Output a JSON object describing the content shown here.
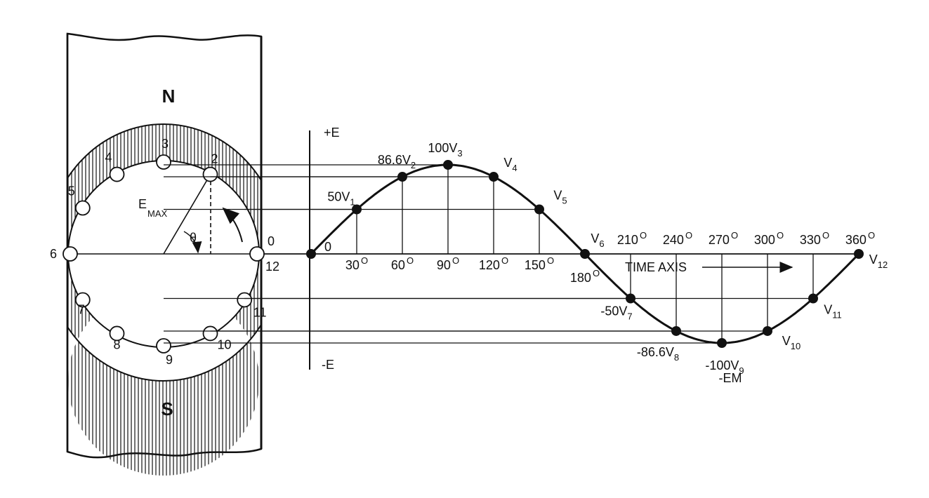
{
  "poles": {
    "north": "N",
    "south": "S"
  },
  "generator": {
    "emax_main": "E",
    "emax_sub": "MAX",
    "theta": "θ",
    "conductor_labels": [
      "0",
      "2",
      "3",
      "4",
      "5",
      "6",
      "7",
      "8",
      "9",
      "10",
      "11",
      "12"
    ]
  },
  "axis": {
    "plus_e": "+E",
    "minus_e": "-E",
    "origin": "0",
    "time_axis": "TIME AXIS"
  },
  "angles": [
    "30",
    "60",
    "90",
    "120",
    "150",
    "180",
    "210",
    "240",
    "270",
    "300",
    "330",
    "360"
  ],
  "degree_mark": "O",
  "points": [
    {
      "num": "50",
      "name": "V",
      "sub": "1"
    },
    {
      "num": "86.6",
      "name": "V",
      "sub": "2"
    },
    {
      "num": "100",
      "name": "V",
      "sub": "3"
    },
    {
      "num": "",
      "name": "V",
      "sub": "4"
    },
    {
      "num": "",
      "name": "V",
      "sub": "5"
    },
    {
      "num": "",
      "name": "V",
      "sub": "6"
    },
    {
      "num": "-50",
      "name": "V",
      "sub": "7"
    },
    {
      "num": "-86.6",
      "name": "V",
      "sub": "8"
    },
    {
      "num": "-100",
      "name": "V",
      "sub": "9"
    },
    {
      "num": "",
      "name": "V",
      "sub": "10"
    },
    {
      "num": "",
      "name": "V",
      "sub": "11"
    },
    {
      "num": "",
      "name": "V",
      "sub": "12"
    }
  ],
  "em_label": "-EM",
  "chart_data": {
    "type": "line",
    "x": [
      0,
      30,
      60,
      90,
      120,
      150,
      180,
      210,
      240,
      270,
      300,
      330,
      360
    ],
    "y": [
      0,
      50,
      86.6,
      100,
      86.6,
      50,
      0,
      -50,
      -86.6,
      -100,
      -86.6,
      -50,
      0
    ],
    "xlabel": "TIME AXIS",
    "ylim": [
      -100,
      100
    ]
  }
}
